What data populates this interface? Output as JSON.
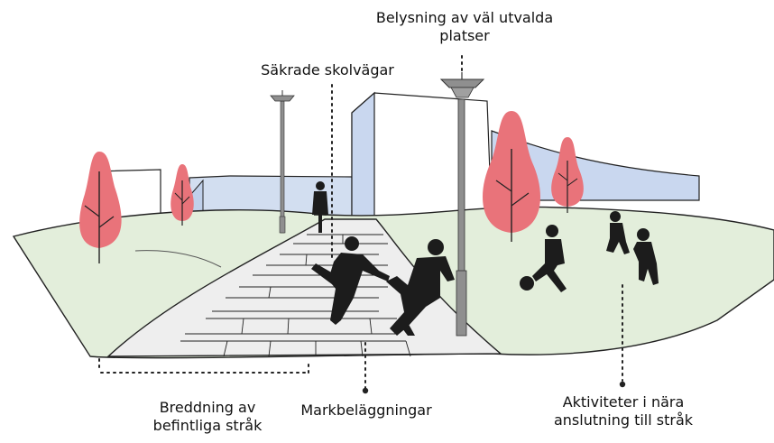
{
  "labels": {
    "lighting": {
      "line1": "Belysning av väl utvalda",
      "line2": "platser"
    },
    "school_routes": "Säkrade skolvägar",
    "widening": {
      "line1": "Breddning av",
      "line2": "befintliga stråk"
    },
    "paving": "Markbeläggningar",
    "activities": {
      "line1": "Aktiviteter i nära",
      "line2": "anslutning till stråk"
    }
  },
  "colors": {
    "grass": "#e3eedb",
    "building_blue": "#c9d7ef",
    "tree_red": "#e9737a",
    "path": "#eaeaea",
    "silhouette": "#1c1c1c",
    "lamp": "#8f8f8f"
  }
}
